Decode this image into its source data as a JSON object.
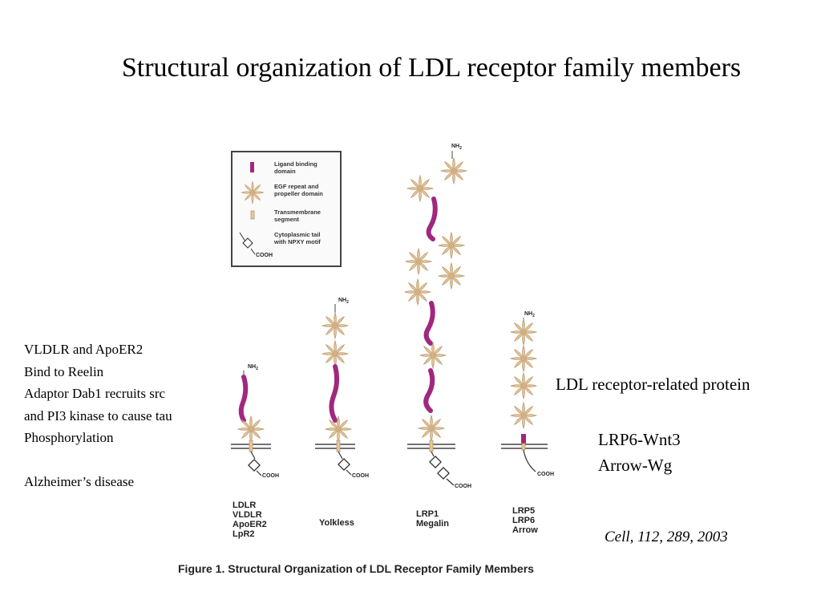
{
  "slide": {
    "title": "Structural organization of LDL receptor family members",
    "notes": [
      "VLDLR and ApoER2",
      "Bind to Reelin",
      "Adaptor Dab1 recruits src",
      "and PI3 kinase to cause tau",
      "Phosphorylation",
      "",
      "Alzheimer’s disease"
    ],
    "lrp_heading": "LDL receptor-related protein",
    "pairs": [
      "LRP6-Wnt3",
      "Arrow-Wg"
    ],
    "citation": "Cell, 112, 289, 2003"
  },
  "figure": {
    "legend": {
      "ligand": [
        "Ligand binding",
        "domain"
      ],
      "egf": [
        "EGF repeat and",
        "propeller domain"
      ],
      "tm": [
        "Transmembrane",
        "segment"
      ],
      "tail": [
        "Cytoplasmic tail",
        "with NPXY motif"
      ],
      "cooh": "COOH"
    },
    "nh2": "NH",
    "nh2_sub": "2",
    "cooh": "COOH",
    "members": [
      [
        "LDLR",
        "VLDLR",
        "ApoER2",
        "LpR2"
      ],
      [
        "Yolkless"
      ],
      [
        "LRP1",
        "Megalin"
      ],
      [
        "LRP5",
        "LRP6",
        "Arrow"
      ]
    ],
    "caption": "Figure 1.  Structural Organization of LDL Receptor Family Members",
    "colors": {
      "ligand": "#a0287e",
      "egf": "#e8c898",
      "egf_stroke": "#b89870",
      "membrane": "#444444"
    }
  }
}
